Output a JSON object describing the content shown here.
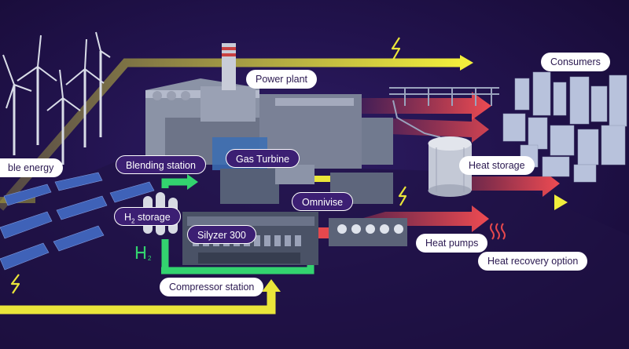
{
  "labels": {
    "power_plant": "Power plant",
    "consumers": "Consumers",
    "renewable_energy": "ble energy",
    "blending_station": "Blending station",
    "gas_turbine": "Gas Turbine",
    "heat_storage": "Heat storage",
    "omnivise": "Omnivise",
    "h2_storage_prefix": "H",
    "h2_storage_sub": "2",
    "h2_storage_suffix": " storage",
    "silyzer": "Silyzer 300",
    "heat_pumps": "Heat pumps",
    "heat_recovery": "Heat recovery option",
    "compressor_station": "Compressor station"
  },
  "colors": {
    "electricity": "#e8e23a",
    "heat": "#e5484d",
    "hydrogen": "#33d36f",
    "label_dark": "#3c1f73",
    "background": "#22134e"
  },
  "icons": [
    "lightning-icon",
    "h2-molecule-icon",
    "heat-waves-icon",
    "wind-turbine-icon",
    "solar-panel-icon"
  ]
}
